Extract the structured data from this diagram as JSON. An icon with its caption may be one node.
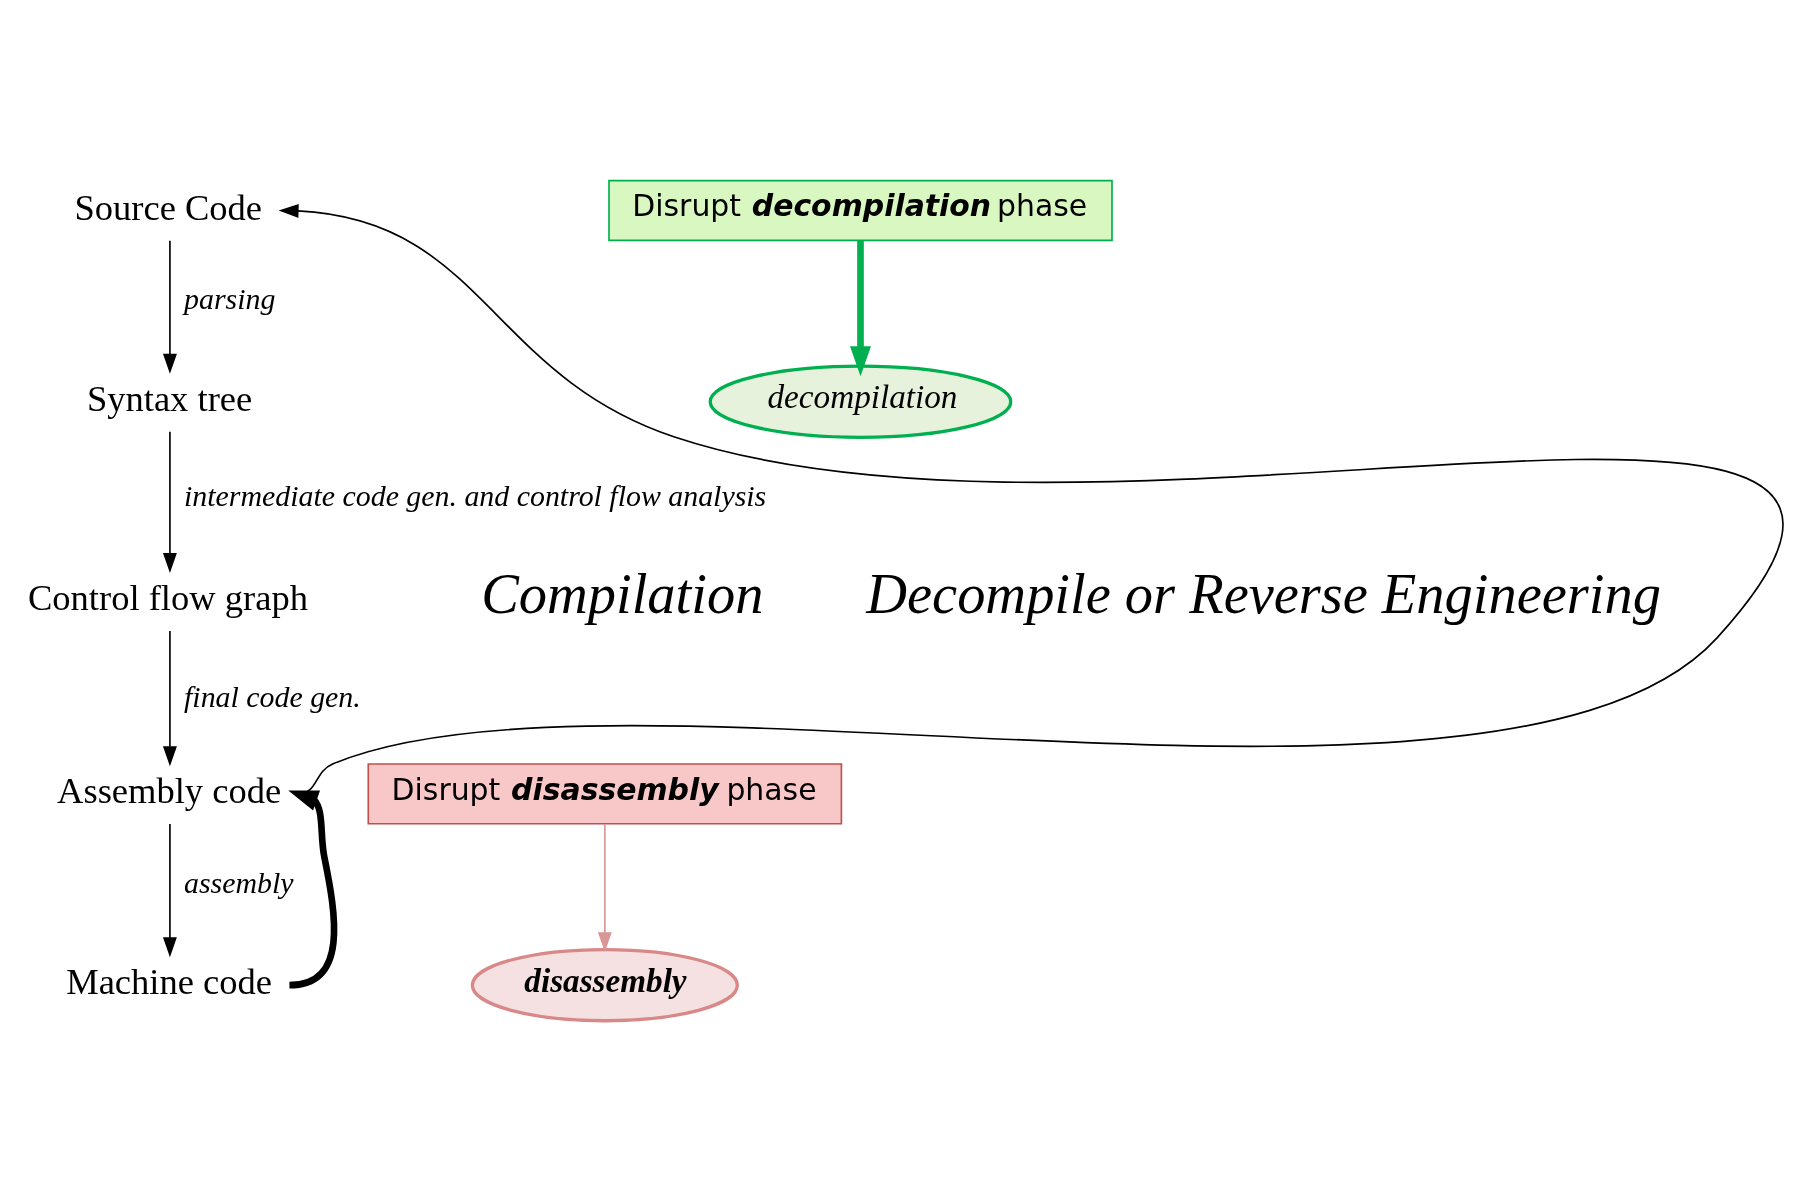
{
  "diagram": {
    "nodes": [
      {
        "text": [
          "Source Code"
        ]
      },
      {
        "text": [
          "Syntax tree"
        ]
      },
      {
        "text": [
          "Control flow graph"
        ]
      },
      {
        "text": [
          "Assembly code"
        ]
      },
      {
        "text": [
          "Machine code"
        ]
      },
      {
        "text": [
          "decompilation"
        ]
      },
      {
        "text": [
          "disassembly"
        ]
      },
      {
        "text": [
          "Disrupt **decompilation** phase"
        ]
      },
      {
        "text": [
          "Disrupt **disassembly** phase"
        ]
      }
    ],
    "edges": [
      {
        "from": 0,
        "to": 1,
        "arrow": "to",
        "label": "parsing"
      },
      {
        "from": 1,
        "to": 2,
        "arrow": "to",
        "label": "intermediate code gen. and control flow analysis"
      },
      {
        "from": 2,
        "to": 3,
        "arrow": "to",
        "label": "final code gen."
      },
      {
        "from": 3,
        "to": 4,
        "arrow": "to",
        "label": "assembly"
      },
      {
        "from": 3,
        "to": 0,
        "arrow": "to"
      },
      {
        "from": 4,
        "to": 3,
        "arrow": "to",
        "style": "thick"
      },
      {
        "from": 7,
        "to": 5,
        "arrow": "to",
        "style": "thick",
        "color": "#00b050"
      },
      {
        "from": 8,
        "to": 6,
        "arrow": "to",
        "color": "#d99694"
      }
    ],
    "labels": [
      "Compilation",
      "Decompile or Reverse Engineering"
    ]
  }
}
